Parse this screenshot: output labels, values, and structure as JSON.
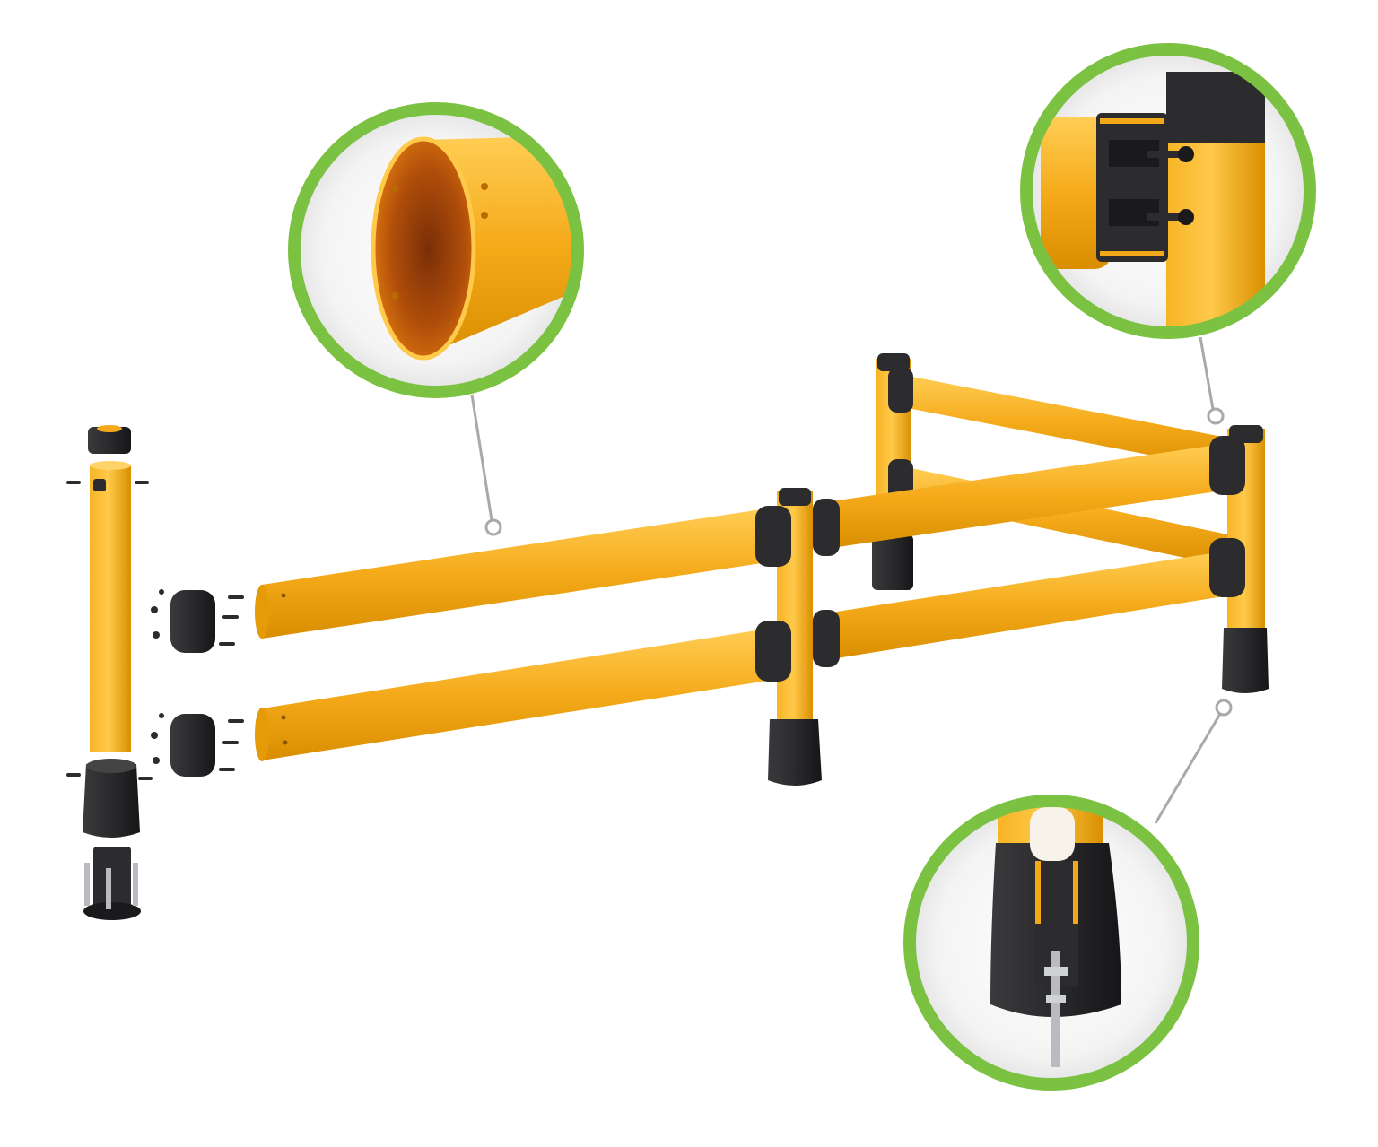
{
  "colors": {
    "rail_yellow": "#F2A818",
    "rail_highlight": "#FFC94A",
    "rail_shadow": "#C98400",
    "cap_black": "#2C2C2E",
    "cap_dark": "#1A1A1C",
    "ring_green": "#7CC242",
    "ring_green_dark": "#5FA32E",
    "leader_grey": "#A7A9AC",
    "bolt_metal": "#B8BCC0"
  },
  "callouts": [
    {
      "subject": "tube-interior-detail"
    },
    {
      "subject": "rail-clamp-connector-detail"
    },
    {
      "subject": "post-base-anchor-detail"
    }
  ]
}
